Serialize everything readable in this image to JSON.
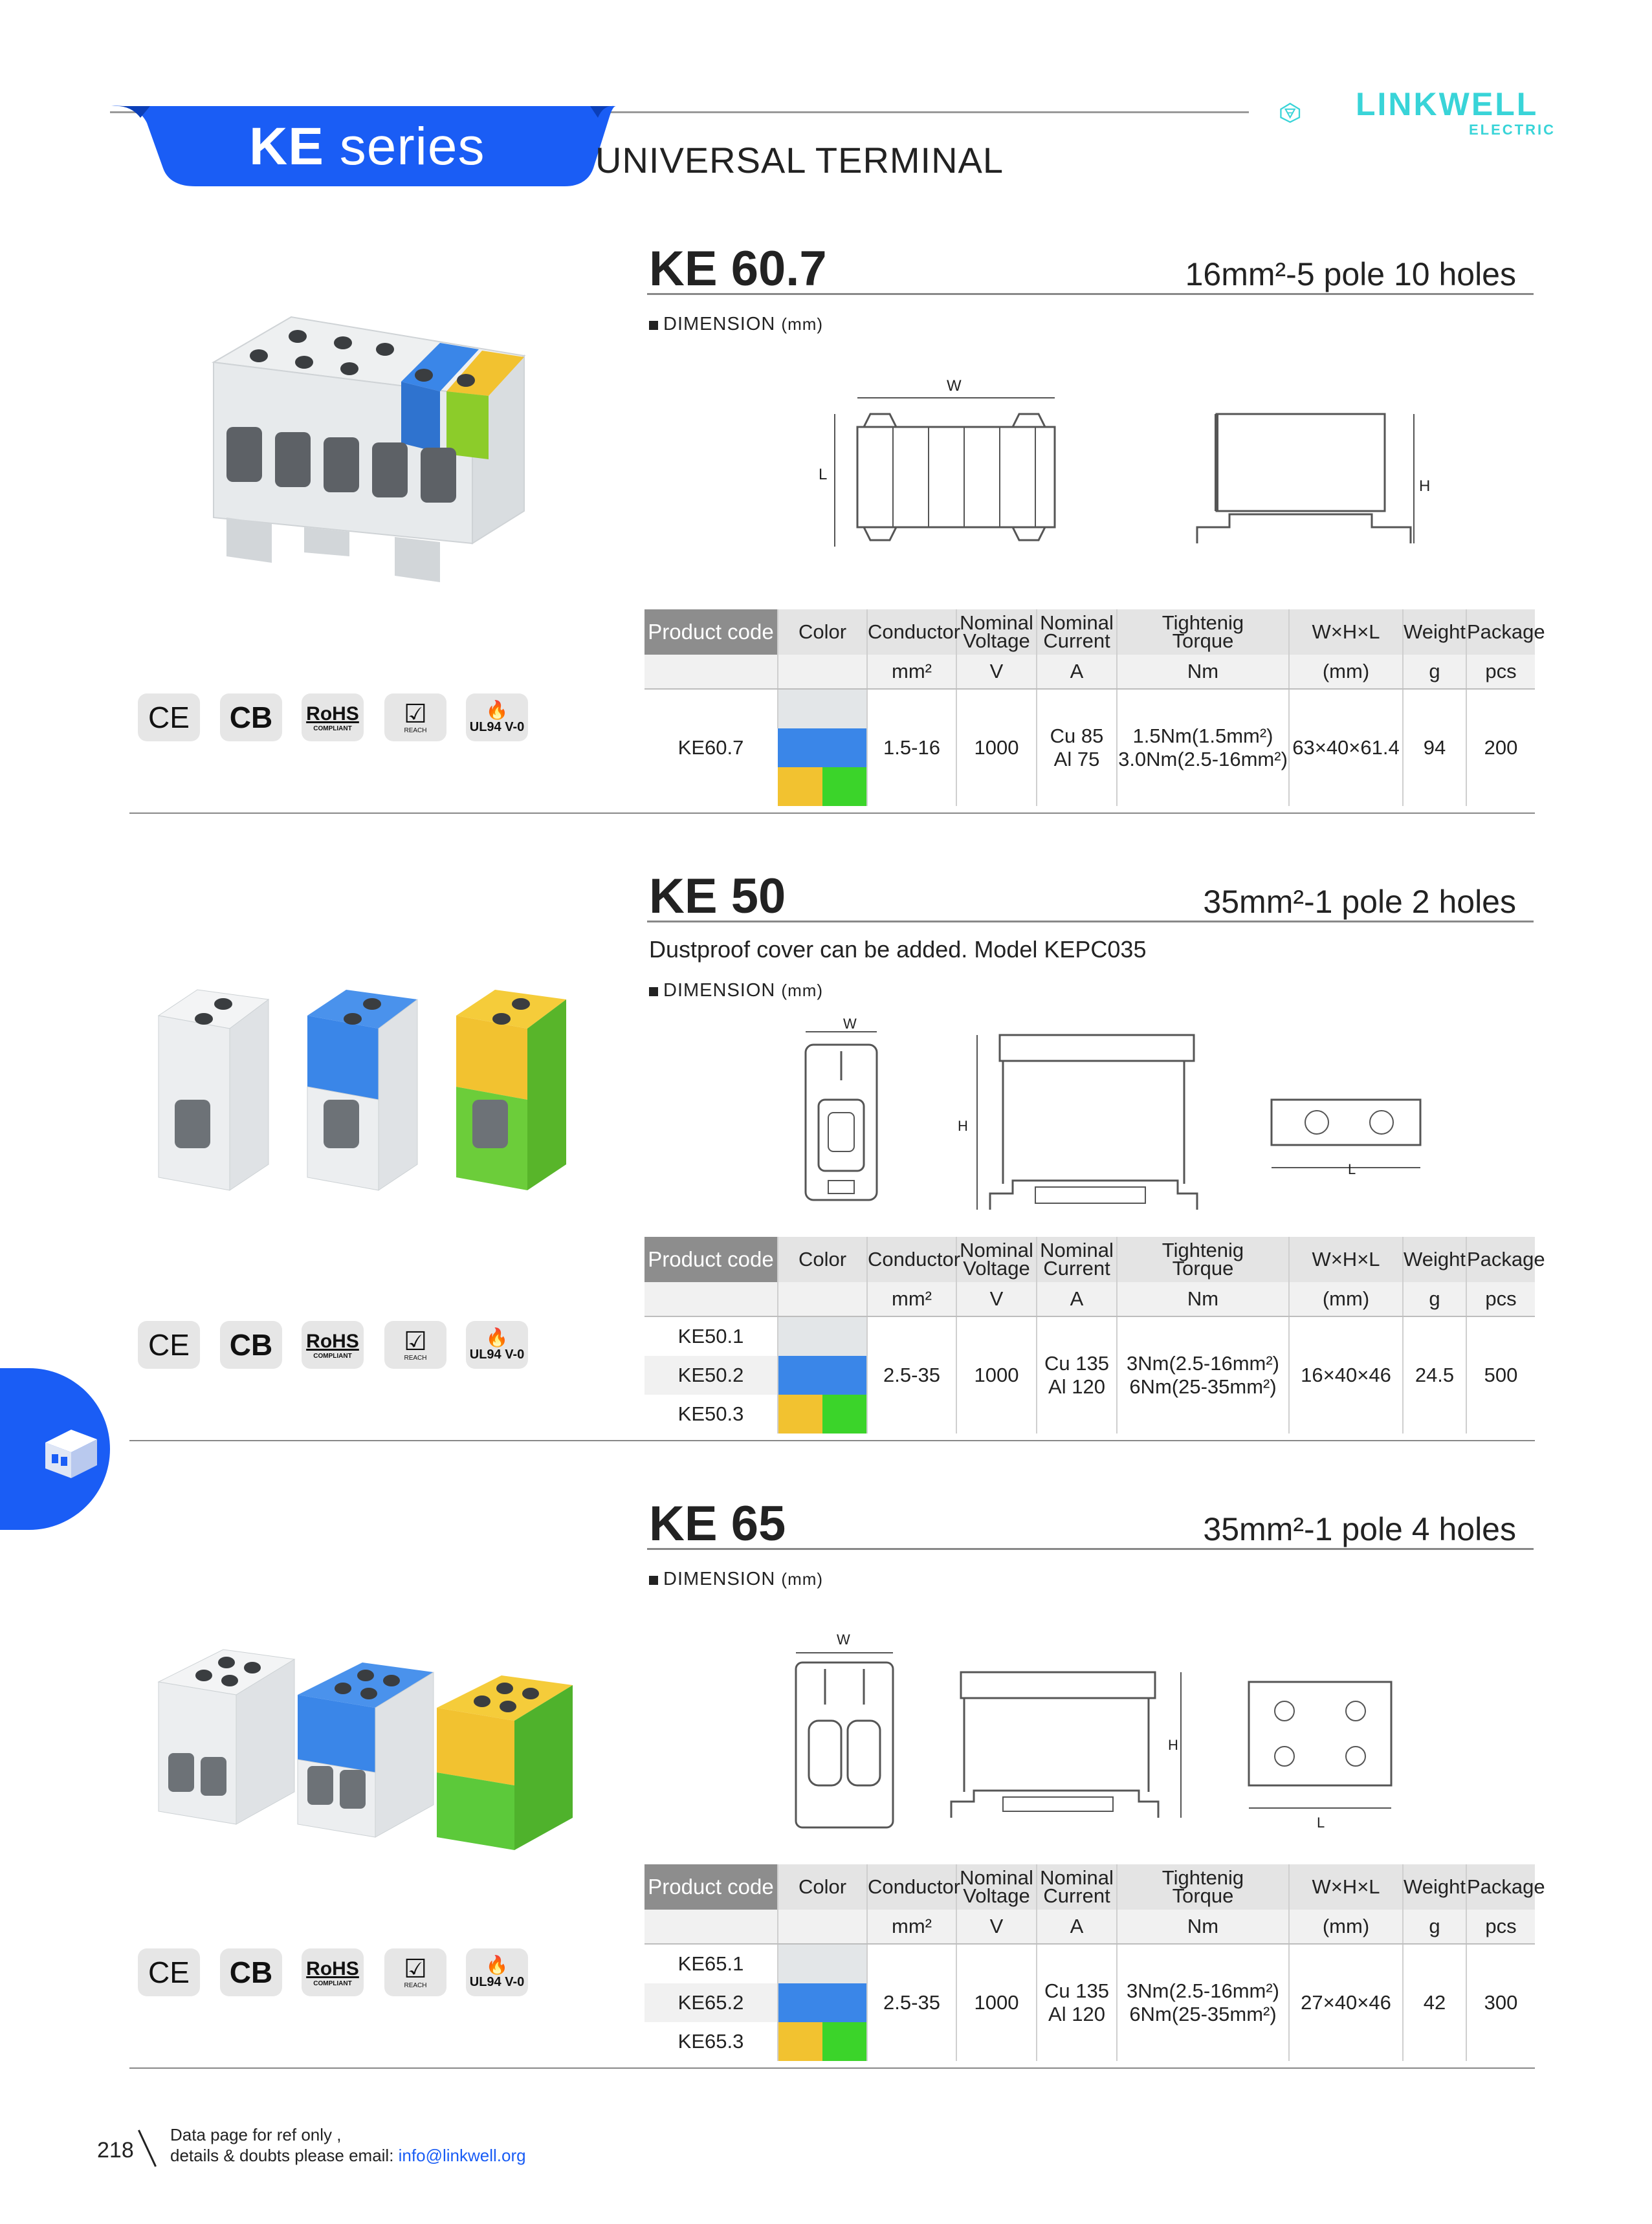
{
  "header": {
    "series_label": "KE",
    "series_suffix": "series",
    "subtitle": "UNIVERSAL TERMINAL",
    "brand_name": "LINKWELL",
    "brand_sub": "ELECTRIC",
    "accent_color": "#1a5df5",
    "brand_color": "#39d4d8"
  },
  "table_headers": {
    "product_code": "Product code",
    "color": "Color",
    "conductor": "Conductor",
    "voltage_l1": "Nominal",
    "voltage_l2": "Voltage",
    "current_l1": "Nominal",
    "current_l2": "Current",
    "torque_l1": "Tightenig",
    "torque_l2": "Torque",
    "dims": "W×H×L",
    "weight": "Weight",
    "package": "Package",
    "unit_conductor": "mm²",
    "unit_voltage": "V",
    "unit_current": "A",
    "unit_torque": "Nm",
    "unit_dims": "(mm)",
    "unit_weight": "g",
    "unit_package": "pcs"
  },
  "dimension_label": "DIMENSION",
  "dimension_unit": "(mm)",
  "certifications": [
    "CE",
    "CB",
    "RoHS",
    "COMPLIANT",
    "REACH",
    "UL94 V-0"
  ],
  "sections": [
    {
      "model": "KE 60.7",
      "spec": "16mm²-5 pole  10 holes",
      "note": "",
      "drawing_labels": [
        "W",
        "L",
        "H"
      ],
      "product_codes": [
        "KE60.7"
      ],
      "conductor": "1.5-16",
      "voltage": "1000",
      "current_cu": "Cu 85",
      "current_al": "Al 75",
      "torque_1": "1.5Nm(1.5mm²)",
      "torque_2": "3.0Nm(2.5-16mm²)",
      "dims": "63×40×61.4",
      "weight": "94",
      "package": "200"
    },
    {
      "model": "KE 50",
      "spec": "35mm²-1 pole  2 holes",
      "note": "Dustproof cover can be added.  Model KEPC035",
      "drawing_labels": [
        "W",
        "H",
        "L"
      ],
      "product_codes": [
        "KE50.1",
        "KE50.2",
        "KE50.3"
      ],
      "conductor": "2.5-35",
      "voltage": "1000",
      "current_cu": "Cu 135",
      "current_al": "Al 120",
      "torque_1": "3Nm(2.5-16mm²)",
      "torque_2": "6Nm(25-35mm²)",
      "dims": "16×40×46",
      "weight": "24.5",
      "package": "500"
    },
    {
      "model": "KE 65",
      "spec": "35mm²-1 pole  4 holes",
      "note": "",
      "drawing_labels": [
        "W",
        "H",
        "L"
      ],
      "product_codes": [
        "KE65.1",
        "KE65.2",
        "KE65.3"
      ],
      "conductor": "2.5-35",
      "voltage": "1000",
      "current_cu": "Cu 135",
      "current_al": "Al 120",
      "torque_1": "3Nm(2.5-16mm²)",
      "torque_2": "6Nm(25-35mm²)",
      "dims": "27×40×46",
      "weight": "42",
      "package": "300"
    }
  ],
  "swatch_colors": {
    "grey": "#e3e6e8",
    "blue": "#3a86e8",
    "yellow": "#f2c230",
    "green": "#3bd42a"
  },
  "footer": {
    "page_number": "218",
    "line1": "Data page for ref only ,",
    "line2": "details & doubts please email: ",
    "email": "info@linkwell.org"
  }
}
